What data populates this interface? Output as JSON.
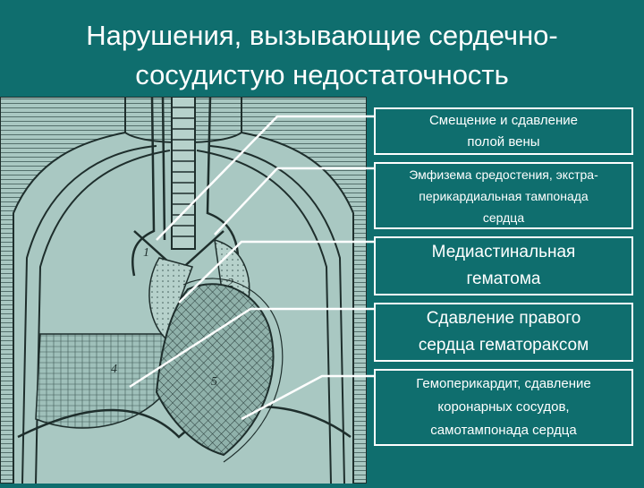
{
  "title": {
    "line1": "Нарушения, вызывающие сердечно-",
    "line2": "сосудистую недостаточность"
  },
  "illustration": {
    "numbers": [
      "1",
      "2",
      "4",
      "5"
    ]
  },
  "callouts": [
    {
      "line1": "Смещение и сдавление",
      "line2": "полой вены"
    },
    {
      "line1": "Эмфизема средостения, экстра-",
      "line2": "перикардиальная тампонада",
      "line3": "сердца"
    },
    {
      "line1": "Медиастинальная",
      "line2": "гематома"
    },
    {
      "line1": "Сдавление правого",
      "line2": "сердца гематораксом"
    },
    {
      "line1": "Гемоперикардит, сдавление",
      "line2": "коронарных сосудов,",
      "line3": "самотампонада сердца"
    }
  ],
  "colors": {
    "background": "#0f6e6e",
    "illustration_bg": "#a9c8c2",
    "ink": "#1e2e2c",
    "text": "#ffffff"
  }
}
